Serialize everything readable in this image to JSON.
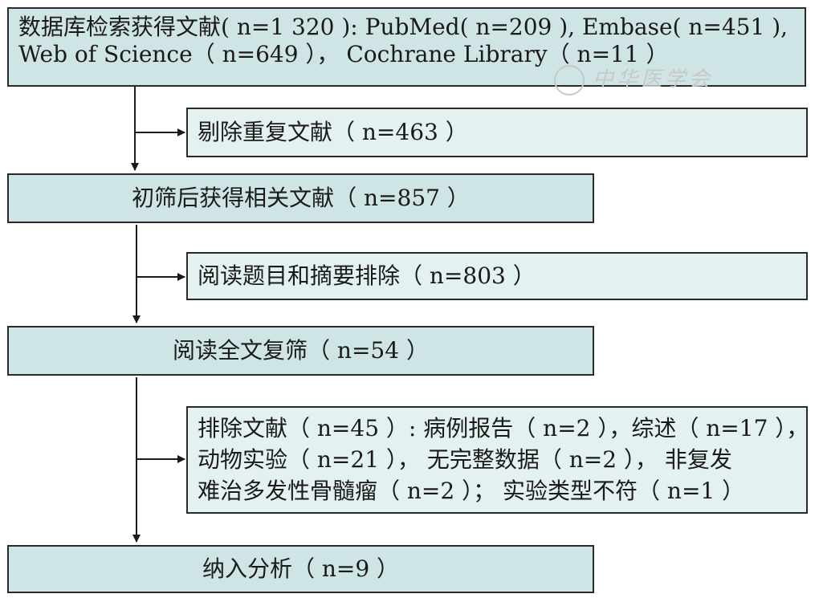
{
  "box_search": {
    "line1": "数据库检索获得文献( n=1 320 ): PubMed( n=209 ), Embase( n=451 ),",
    "line2": "Web of Science（ n=649 ）， Cochrane Library（ n=11 ）"
  },
  "box_dedup": "剔除重复文献（ n=463 ）",
  "box_initial": "初筛后获得相关文献（ n=857 ）",
  "box_exclude_abstract": "阅读题目和摘要排除（ n=803 ）",
  "box_fulltext": "阅读全文复筛（ n=54 ）",
  "box_exclude_fulltext": {
    "line1": "排除文献（ n=45 ）: 病例报告（ n=2 ），综述（ n=17 ），",
    "line2": "动物实验（ n=21 ）， 无完整数据（ n=2 ）， 非复发",
    "line3": "难治多发性骨髓瘤（ n=2 ）； 实验类型不符（ n=1 ）"
  },
  "box_included": "纳入分析（ n=9 ）",
  "watermark": "中华医学会"
}
